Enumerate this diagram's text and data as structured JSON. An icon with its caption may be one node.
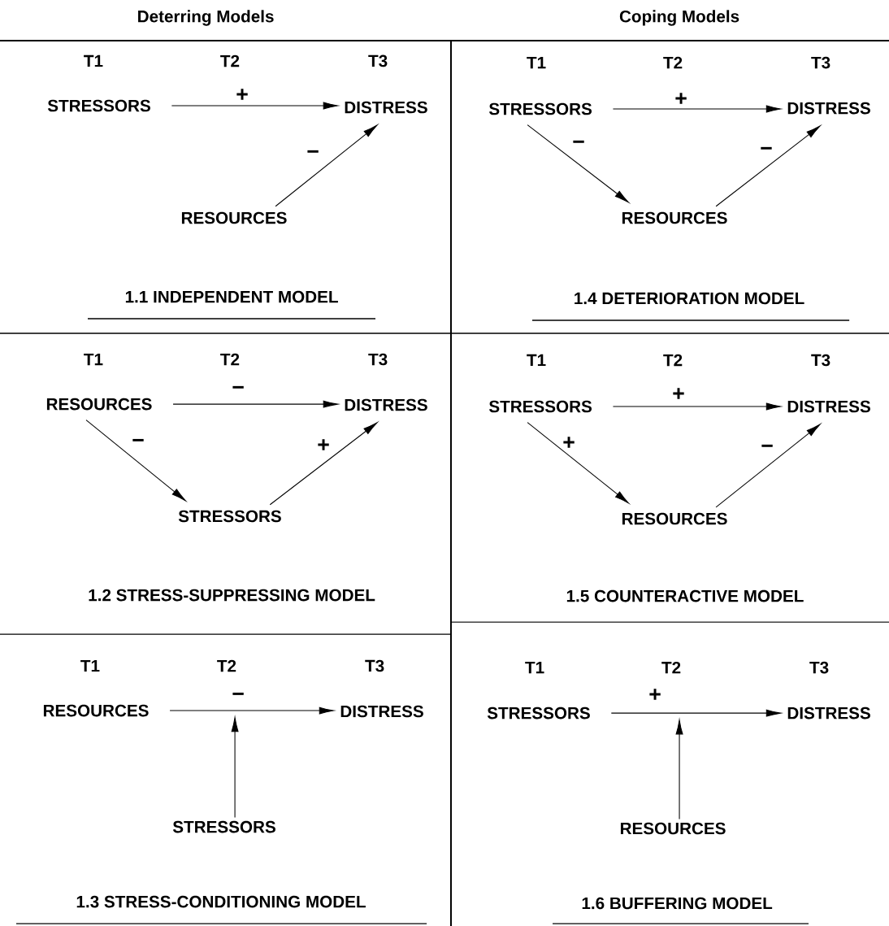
{
  "diagram": {
    "nodes": [
      {
        "text": [
          "STRESSORS"
        ]
      },
      {
        "text": [
          "DISTRESS"
        ]
      },
      {
        "text": [
          "RESOURCES"
        ]
      },
      {
        "text": [
          "STRESSORS"
        ]
      },
      {
        "text": [
          "DISTRESS"
        ]
      },
      {
        "text": [
          "RESOURCES"
        ]
      },
      {
        "text": [
          "RESOURCES"
        ]
      },
      {
        "text": [
          "DISTRESS"
        ]
      },
      {
        "text": [
          "STRESSORS"
        ]
      },
      {
        "text": [
          "STRESSORS"
        ]
      },
      {
        "text": [
          "DISTRESS"
        ]
      },
      {
        "text": [
          "RESOURCES"
        ]
      },
      {
        "text": [
          "RESOURCES"
        ]
      },
      {
        "text": [
          "DISTRESS"
        ]
      },
      {
        "text": [
          "STRESSORS"
        ]
      },
      {
        "text": [
          "STRESSORS"
        ]
      },
      {
        "text": [
          "DISTRESS"
        ]
      },
      {
        "text": [
          "RESOURCES"
        ]
      }
    ],
    "edges": [
      {
        "from": 0,
        "to": 1,
        "arrow": "to",
        "label": "+"
      },
      {
        "from": 2,
        "to": 1,
        "arrow": "to",
        "label": "−"
      },
      {
        "from": 3,
        "to": 4,
        "arrow": "to",
        "label": "+"
      },
      {
        "from": 3,
        "to": 5,
        "arrow": "to",
        "label": "−"
      },
      {
        "from": 5,
        "to": 4,
        "arrow": "to",
        "label": "−"
      },
      {
        "from": 6,
        "to": 7,
        "arrow": "to",
        "label": "−"
      },
      {
        "from": 6,
        "to": 8,
        "arrow": "to",
        "label": "−"
      },
      {
        "from": 8,
        "to": 7,
        "arrow": "to",
        "label": "+"
      },
      {
        "from": 9,
        "to": 10,
        "arrow": "to",
        "label": "+"
      },
      {
        "from": 9,
        "to": 11,
        "arrow": "to",
        "label": "+"
      },
      {
        "from": 11,
        "to": 10,
        "arrow": "to",
        "label": "−"
      },
      {
        "from": 12,
        "to": 13,
        "arrow": "to",
        "label": "−"
      },
      {
        "from": 14,
        "to": null,
        "arrow": "to"
      },
      {
        "from": 15,
        "to": 16,
        "arrow": "to",
        "label": "+"
      },
      {
        "from": 17,
        "to": null,
        "arrow": "to"
      }
    ],
    "labels": [
      "Deterring Models",
      "Coping Models",
      "T1",
      "T2",
      "T3",
      "1.1 INDEPENDENT MODEL",
      "T1",
      "T2",
      "T3",
      "1.4 DETERIORATION MODEL",
      "T1",
      "T2",
      "T3",
      "1.2 STRESS-SUPPRESSING MODEL",
      "T1",
      "T2",
      "T3",
      "1.5 COUNTERACTIVE MODEL",
      "T1",
      "T2",
      "T3",
      "1.3 STRESS-CONDITIONING MODEL",
      "T1",
      "T2",
      "T3",
      "1.6 BUFFERING MODEL"
    ]
  }
}
